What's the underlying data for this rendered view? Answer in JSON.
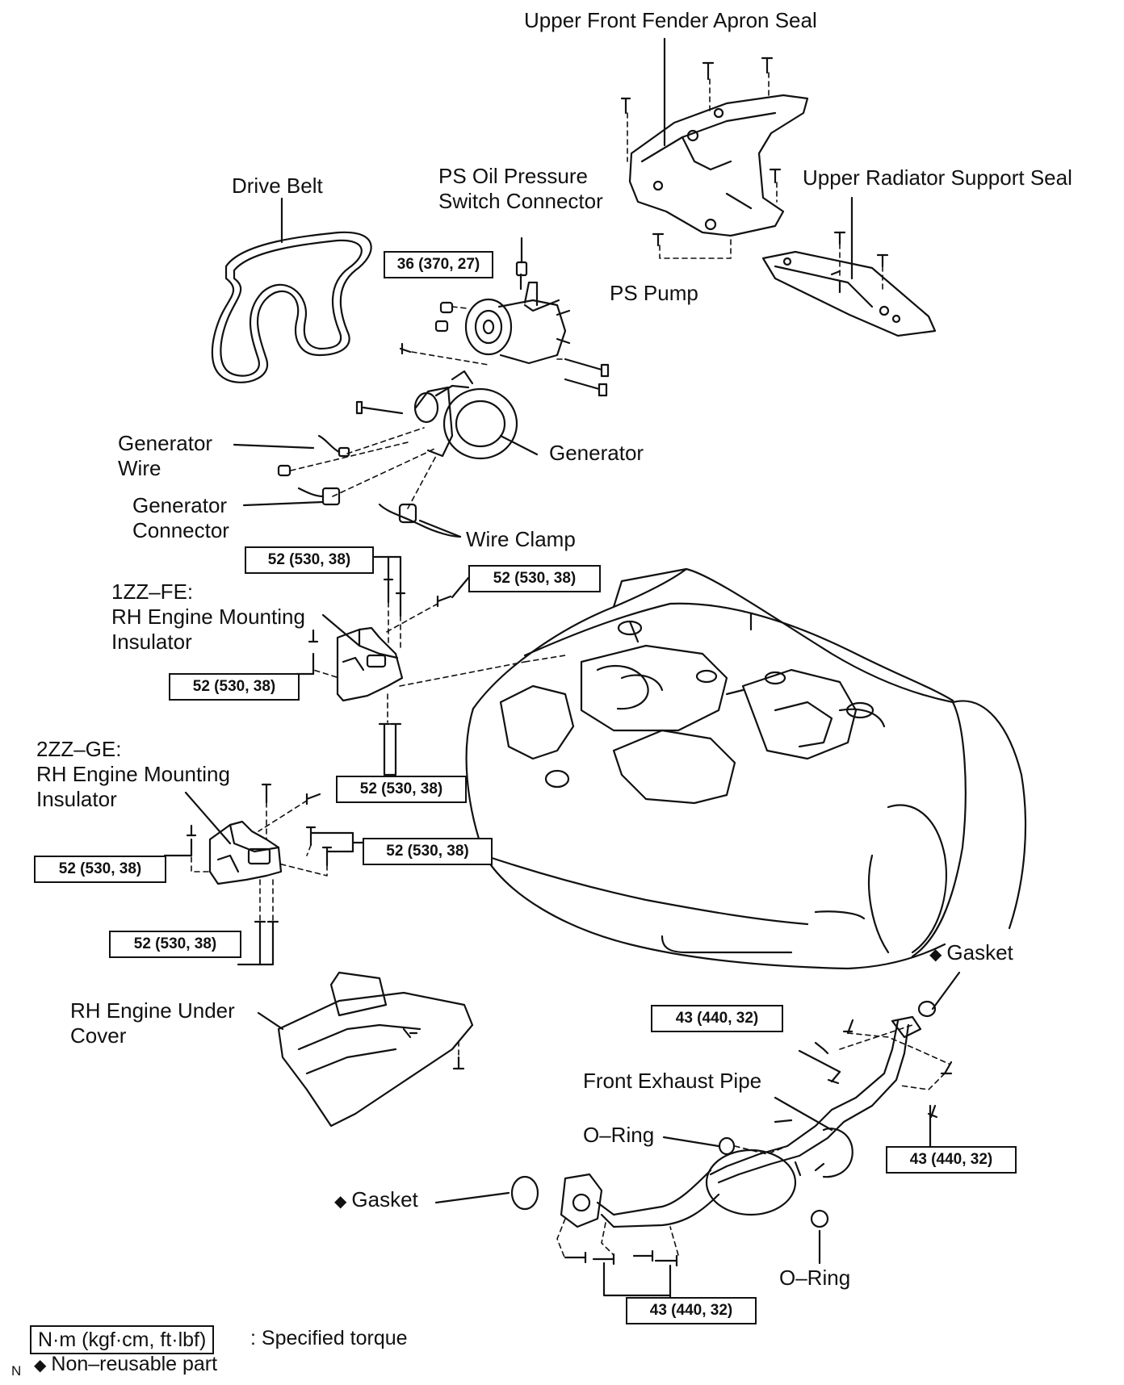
{
  "labels": {
    "upper_front_fender_apron_seal": "Upper Front Fender Apron Seal",
    "drive_belt": "Drive Belt",
    "ps_oil_pressure_switch_connector": "PS Oil Pressure\nSwitch Connector",
    "upper_radiator_support_seal": "Upper Radiator Support Seal",
    "ps_pump": "PS Pump",
    "generator_wire": "Generator\nWire",
    "generator": "Generator",
    "generator_connector": "Generator\nConnector",
    "wire_clamp": "Wire Clamp",
    "rh_mount_1zz": "1ZZ–FE:\nRH Engine Mounting\nInsulator",
    "rh_mount_2zz": "2ZZ–GE:\nRH Engine Mounting\nInsulator",
    "rh_engine_under_cover": "RH Engine Under\nCover",
    "gasket_upper": "Gasket",
    "front_exhaust_pipe": "Front Exhaust Pipe",
    "o_ring_left": "O–Ring",
    "gasket_lower": "Gasket",
    "o_ring_lower": "O–Ring"
  },
  "torques": {
    "ps_pump": "36 (370, 27)",
    "mount_1zz_top": "52 (530, 38)",
    "mount_1zz_right": "52 (530, 38)",
    "mount_1zz_left": "52 (530, 38)",
    "mount_1zz_bottom": "52 (530, 38)",
    "mount_2zz_right": "52 (530, 38)",
    "mount_2zz_left": "52 (530, 38)",
    "mount_2zz_bottom": "52 (530, 38)",
    "exhaust_upper_left": "43 (440, 32)",
    "exhaust_right": "43 (440, 32)",
    "exhaust_bottom": "43 (440, 32)"
  },
  "legend": {
    "torque_unit": "N·m (kgf·cm, ft·lbf)",
    "torque_desc": ": Specified torque",
    "nonreusable_marker": "N",
    "nonreusable_desc": "Non–reusable part"
  },
  "symbols": {
    "diamond": "◆"
  }
}
